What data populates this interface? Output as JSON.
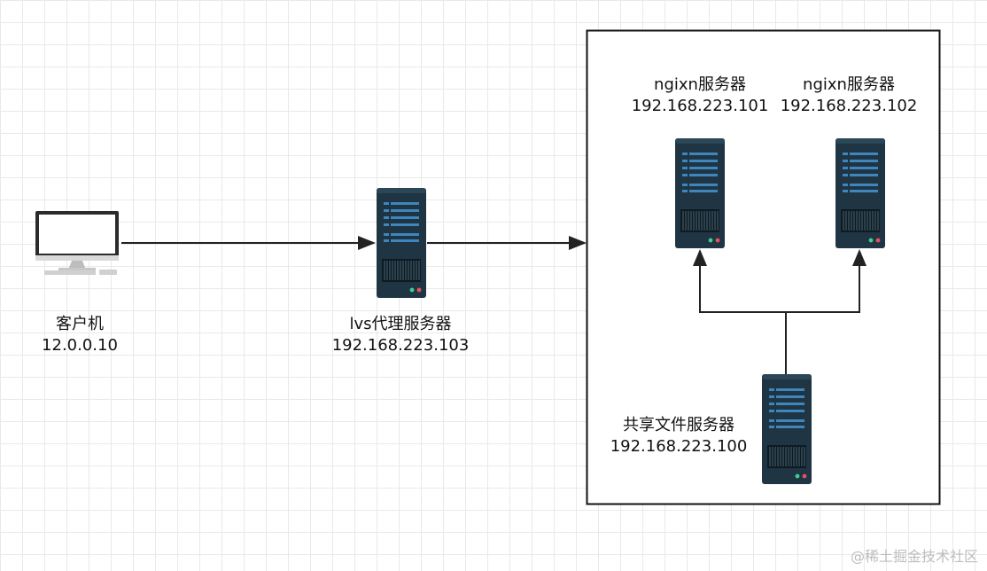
{
  "nodes": {
    "client": {
      "name": "客户机",
      "ip": "12.0.0.10",
      "icon": "desktop-computer-icon"
    },
    "lvs": {
      "name": "lvs代理服务器",
      "ip": "192.168.223.103",
      "icon": "server-icon"
    },
    "nginx1": {
      "name": "ngixn服务器",
      "ip": "192.168.223.101",
      "icon": "server-icon"
    },
    "nginx2": {
      "name": "ngixn服务器",
      "ip": "192.168.223.102",
      "icon": "server-icon"
    },
    "shared": {
      "name": "共享文件服务器",
      "ip": "192.168.223.100",
      "icon": "server-icon"
    }
  },
  "watermark": "@稀土掘金技术社区",
  "colors": {
    "server_body": "#1f3544",
    "server_slot": "#3f86bd",
    "line": "#222222",
    "grid": "#e9e9e9"
  }
}
